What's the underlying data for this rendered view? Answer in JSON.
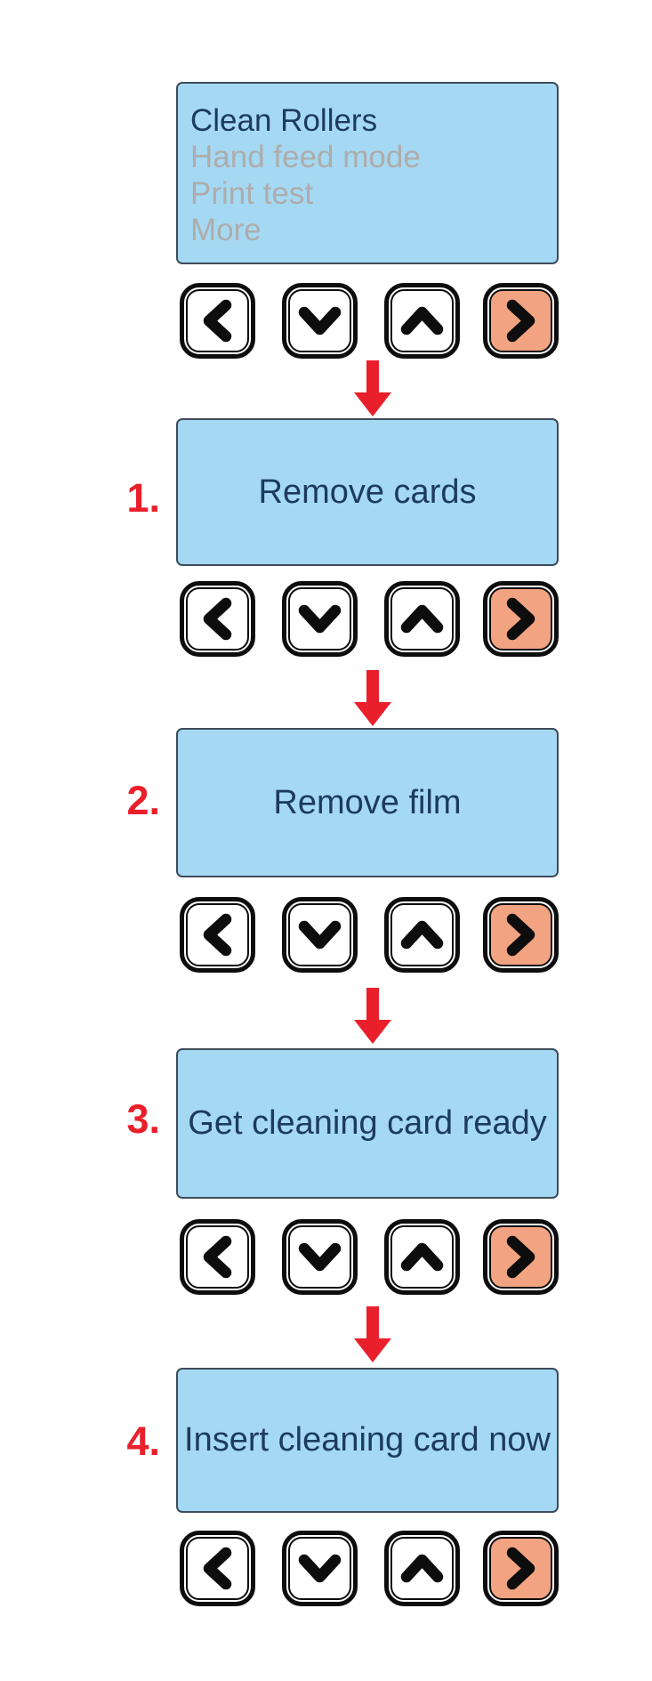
{
  "figure": {
    "description": "Card printer control panel cleaning sequence",
    "colors": {
      "screen_bg": "#a5d9f3",
      "screen_border": "#3e4c59",
      "screen_text": "#1d3a5f",
      "dimmed_text": "#aeacac",
      "step_red": "#e9202b",
      "button_border": "#0d0d0d",
      "button_bg": "#ffffff",
      "active_button_bg": "#f2a382"
    }
  },
  "menu_screen": {
    "lines": [
      {
        "text": "Clean Rollers",
        "dimmed": false
      },
      {
        "text": "Hand feed mode",
        "dimmed": true
      },
      {
        "text": "Print test",
        "dimmed": true
      },
      {
        "text": "More",
        "dimmed": true
      }
    ]
  },
  "steps": [
    {
      "number": "1.",
      "message": "Remove cards"
    },
    {
      "number": "2.",
      "message": "Remove film"
    },
    {
      "number": "3.",
      "message": "Get cleaning card ready"
    },
    {
      "number": "4.",
      "message": "Insert cleaning card now"
    }
  ],
  "buttons": [
    {
      "name": "back",
      "glyph": "left",
      "active": false
    },
    {
      "name": "scroll-down",
      "glyph": "down",
      "active": false
    },
    {
      "name": "scroll-up",
      "glyph": "up",
      "active": false
    },
    {
      "name": "next",
      "glyph": "right",
      "active": true
    }
  ]
}
